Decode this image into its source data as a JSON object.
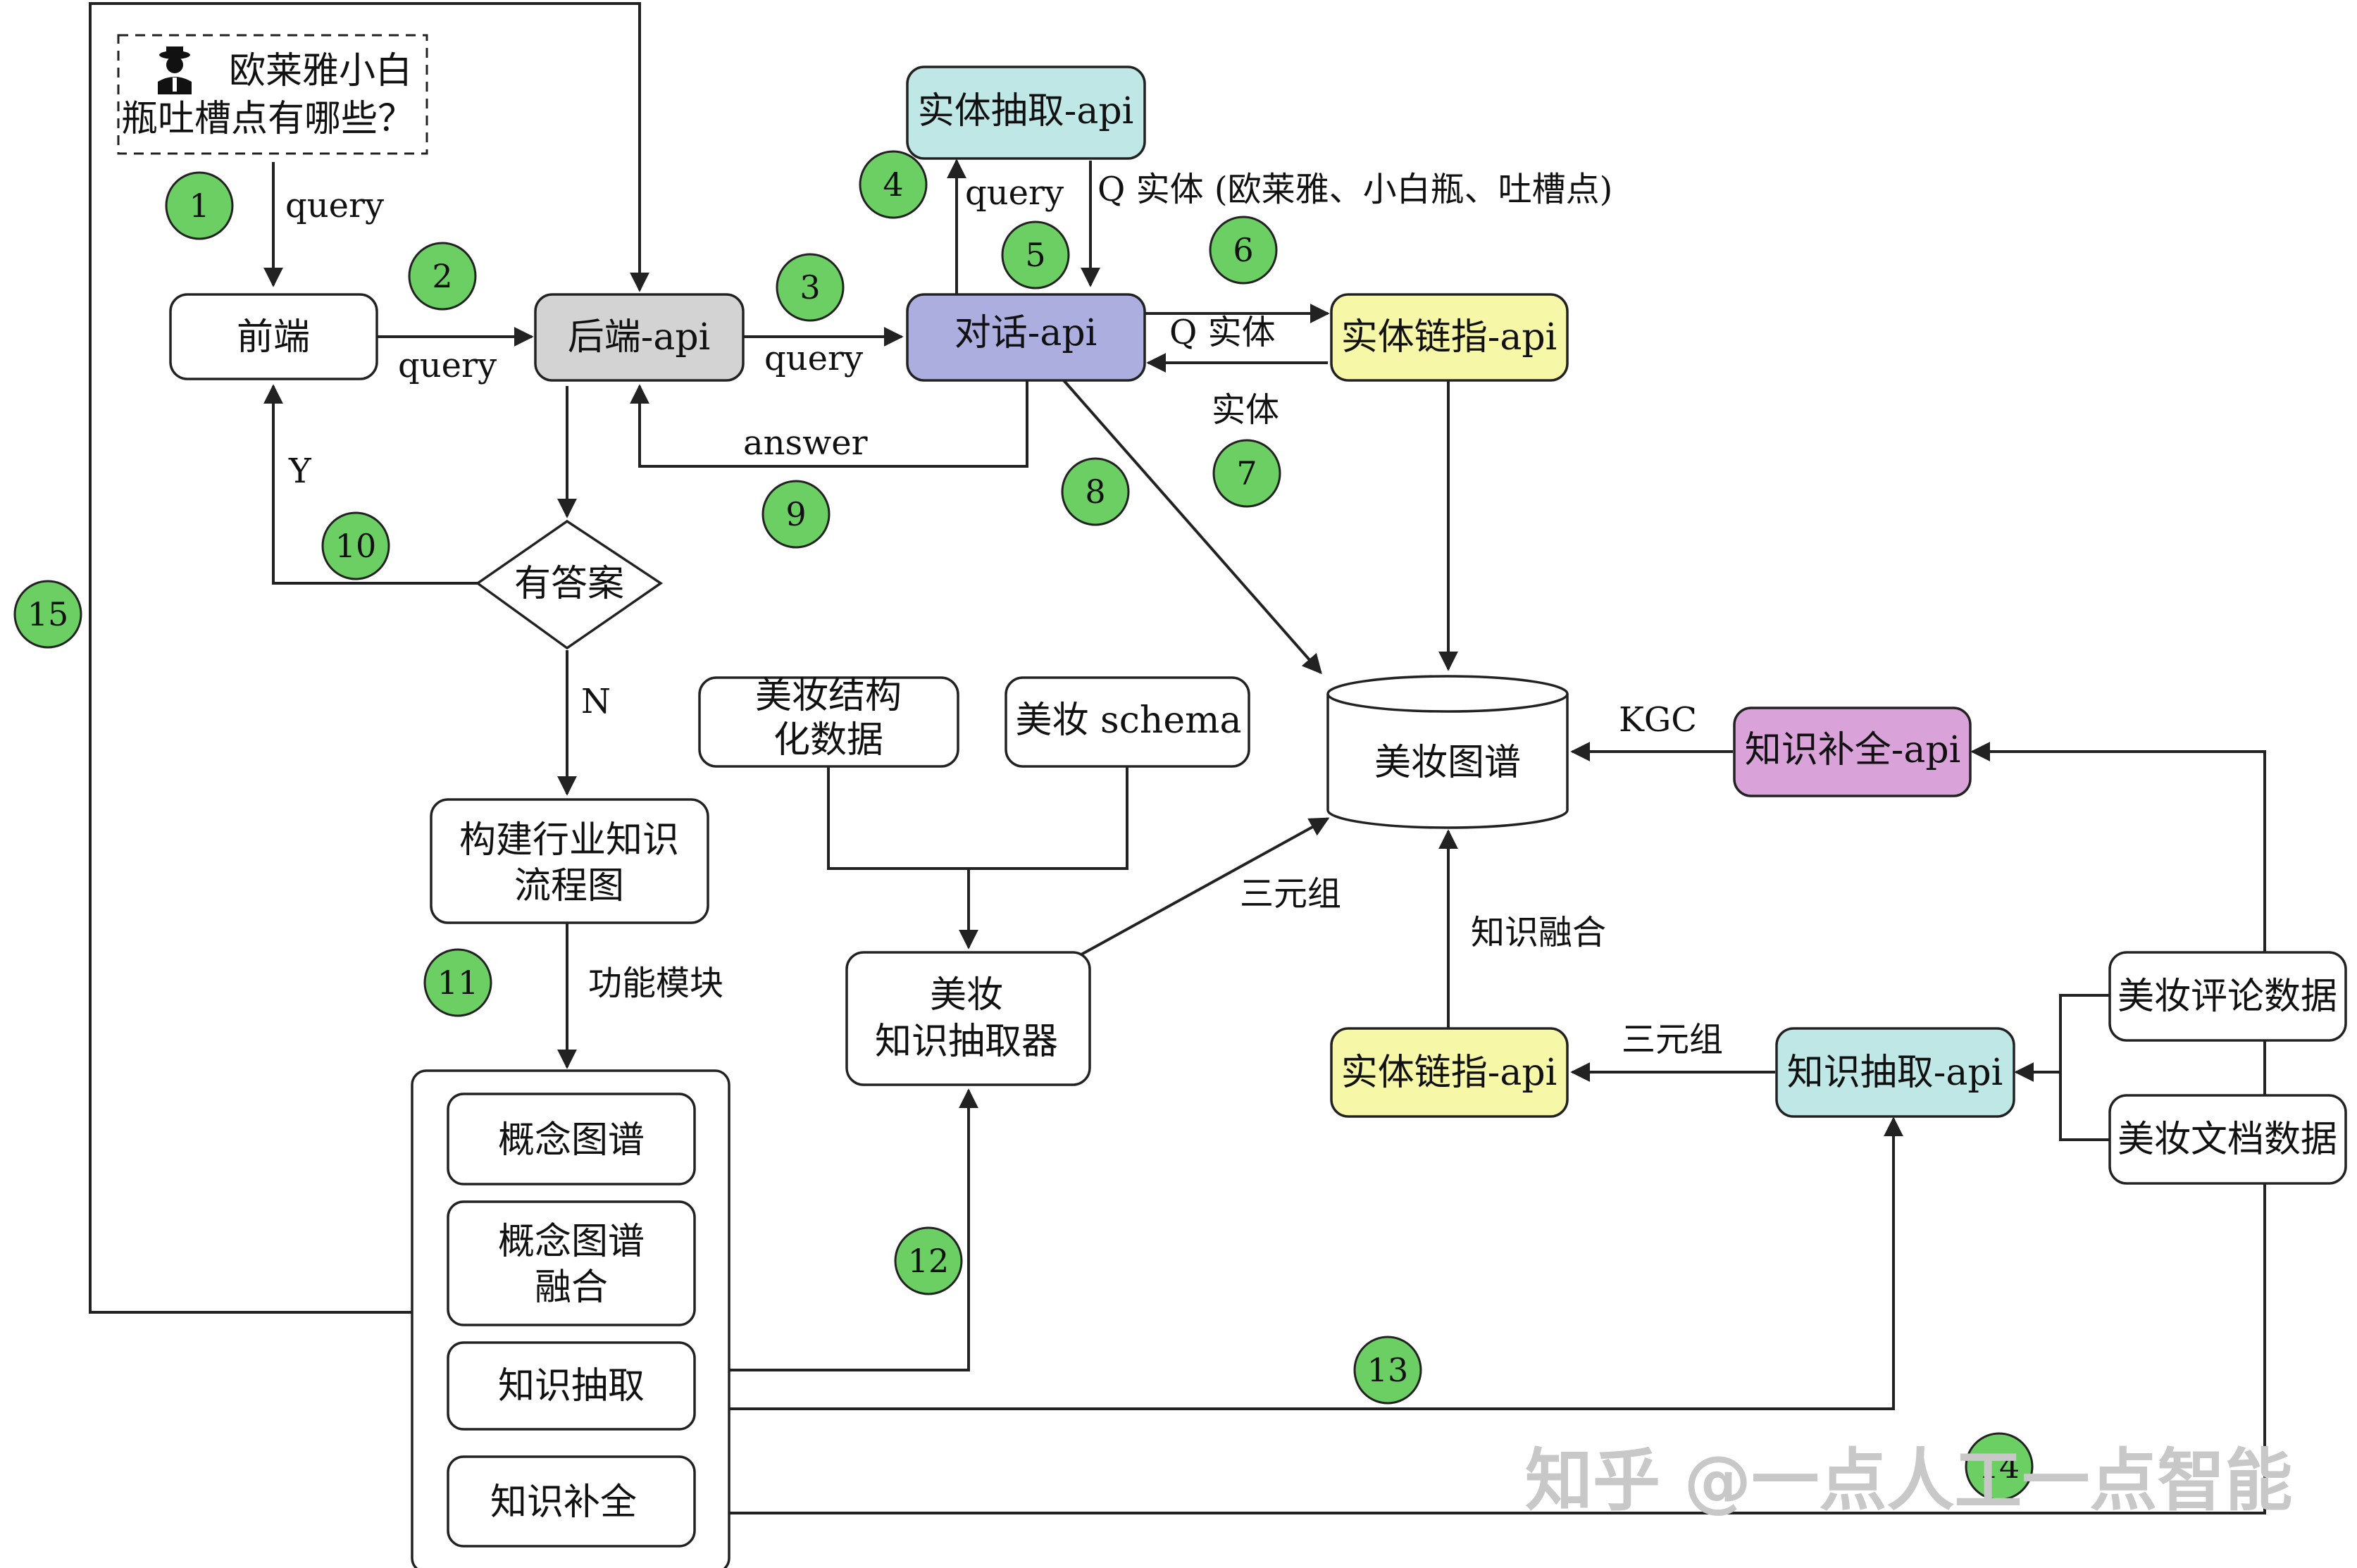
{
  "user_query": {
    "line1": "欧莱雅小白",
    "line2": "瓶吐槽点有哪些？",
    "icon": "user-icon"
  },
  "nodes": {
    "frontend": "前端",
    "backend_api": "后端-api",
    "dialog_api": "对话-api",
    "entity_extract_api": "实体抽取-api",
    "entity_link_api_top": "实体链指-api",
    "has_answer": "有答案",
    "build_flow_line1": "构建行业知识",
    "build_flow_line2": "流程图",
    "beauty_struct_line1": "美妆结构",
    "beauty_struct_line2": "化数据",
    "beauty_schema": "美妆 schema",
    "beauty_extractor_line1": "美妆",
    "beauty_extractor_line2": "知识抽取器",
    "beauty_kg": "美妆图谱",
    "kg_complete_api": "知识补全-api",
    "entity_link_api_bottom": "实体链指-api",
    "knowledge_extract_api": "知识抽取-api",
    "beauty_review_data": "美妆评论数据",
    "beauty_doc_data": "美妆文档数据",
    "module_concept_graph": "概念图谱",
    "module_concept_fusion_line1": "概念图谱",
    "module_concept_fusion_line2": "融合",
    "module_knowledge_extract": "知识抽取",
    "module_knowledge_complete": "知识补全"
  },
  "edge_labels": {
    "query_1": "query",
    "query_2": "query",
    "query_3": "query",
    "query_4": "query",
    "q_entities": "Q 实体 (欧莱雅、小白瓶、吐槽点)",
    "q_entity": "Q 实体",
    "entity": "实体",
    "answer": "answer",
    "yes": "Y",
    "no": "N",
    "function_modules": "功能模块",
    "triples_1": "三元组",
    "triples_2": "三元组",
    "knowledge_fusion": "知识融合",
    "kgc": "KGC"
  },
  "steps": [
    "1",
    "2",
    "3",
    "4",
    "5",
    "6",
    "7",
    "8",
    "9",
    "10",
    "11",
    "12",
    "13",
    "14",
    "15"
  ],
  "colors": {
    "step_circle": "#6ccf63",
    "backend_fill": "#d3d3d3",
    "dialog_fill": "#adaee0",
    "entity_extract_fill": "#bfe7e6",
    "entity_link_fill": "#f7f7a8",
    "kg_complete_fill": "#d9a2d8",
    "knowledge_extract_fill": "#bfe7e6"
  },
  "watermark": "知乎 @一点人工一点智能"
}
